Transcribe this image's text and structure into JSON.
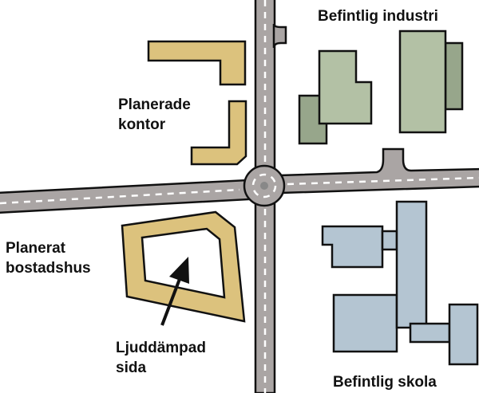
{
  "labels": {
    "industry": "Befintlig industri",
    "offices": [
      "Planerade",
      "kontor"
    ],
    "housing": [
      "Planerat",
      "bostadshus"
    ],
    "quiet_side": [
      "Ljuddämpad",
      "sida"
    ],
    "school": "Befintlig skola"
  },
  "colors": {
    "road": "#aaa5a4",
    "planned": "#dcc27d",
    "industry_light": "#b3c1a5",
    "industry_dark": "#97a68b",
    "school": "#b4c5d2"
  }
}
